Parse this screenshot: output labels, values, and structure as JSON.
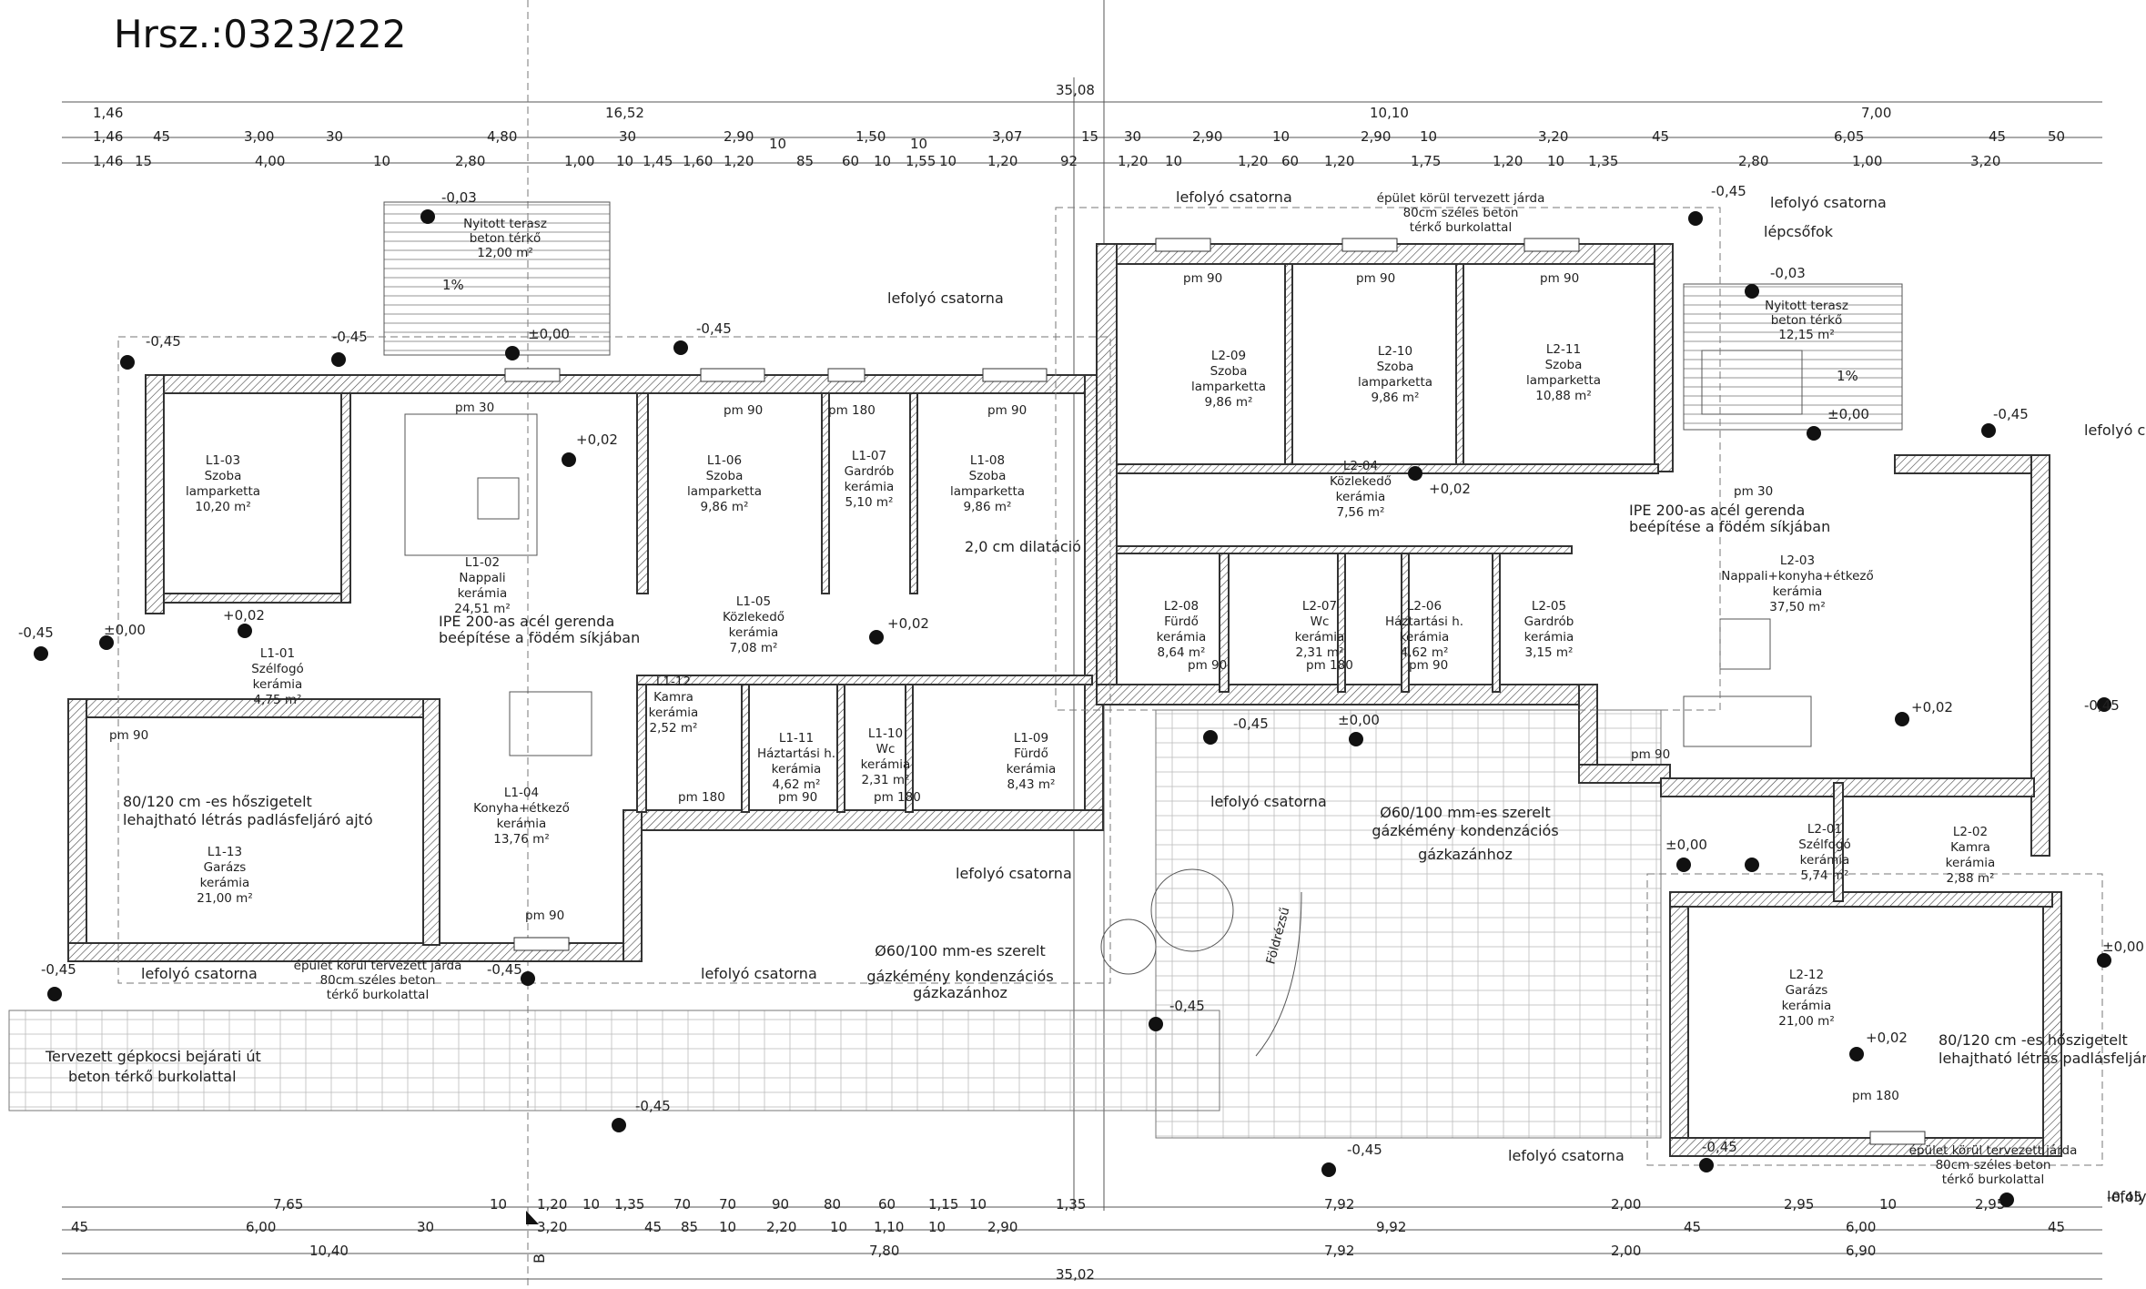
{
  "title": "Hrsz.:0323/222",
  "dims": {
    "top1": [
      "1,46",
      "16,52",
      "35,08",
      "10,10",
      "7,00"
    ],
    "top2": [
      "1,46",
      "45",
      "3,00",
      "30",
      "4,80",
      "30",
      "2,90",
      "10",
      "1,50",
      "10",
      "3,07",
      "15",
      "30",
      "2,90",
      "10",
      "2,90",
      "10",
      "3,20",
      "45",
      "6,05",
      "45",
      "50"
    ],
    "top3": [
      "1,46",
      "15",
      "4,00",
      "10",
      "2,80",
      "1,00",
      "10",
      "1,45",
      "1,60",
      "1,20",
      "85",
      "60",
      "10",
      "1,55",
      "10",
      "1,20",
      "92",
      "1,20",
      "10",
      "1,20",
      "60",
      "1,20",
      "1,75",
      "1,20",
      "10",
      "1,35",
      "2,80",
      "1,00",
      "3,20"
    ],
    "bot1": [
      "7,65",
      "10",
      "1,20",
      "10",
      "1,35",
      "70",
      "70",
      "90",
      "80",
      "60",
      "1,15",
      "10",
      "1,35",
      "7,92",
      "2,00",
      "2,95",
      "10",
      "2,95"
    ],
    "bot2": [
      "45",
      "6,00",
      "30",
      "3,20",
      "45",
      "85",
      "10",
      "2,20",
      "10",
      "1,10",
      "10",
      "2,90",
      "9,92",
      "45",
      "6,00",
      "45"
    ],
    "bot3": [
      "10,40",
      "7,80",
      "7,92",
      "2,00",
      "6,90"
    ],
    "total": "35,02"
  },
  "rooms": [
    {
      "code": "L1-03",
      "name": "Szoba",
      "floor": "lamparketta",
      "area": "10,20 m²"
    },
    {
      "code": "L1-02",
      "name": "Nappali",
      "floor": "kerámia",
      "area": "24,51 m²"
    },
    {
      "code": "L1-06",
      "name": "Szoba",
      "floor": "lamparketta",
      "area": "9,86 m²"
    },
    {
      "code": "L1-07",
      "name": "Gardrób",
      "floor": "kerámia",
      "area": "5,10 m²"
    },
    {
      "code": "L1-08",
      "name": "Szoba",
      "floor": "lamparketta",
      "area": "9,86 m²"
    },
    {
      "code": "L1-05",
      "name": "Közlekedő",
      "floor": "kerámia",
      "area": "7,08 m²"
    },
    {
      "code": "L1-01",
      "name": "Szélfogó",
      "floor": "kerámia",
      "area": "4,75 m²"
    },
    {
      "code": "L1-04",
      "name": "Konyha+étkező",
      "floor": "kerámia",
      "area": "13,76 m²"
    },
    {
      "code": "L1-12",
      "name": "Kamra",
      "floor": "kerámia",
      "area": "2,52 m²"
    },
    {
      "code": "L1-11",
      "name": "Háztartási h.",
      "floor": "kerámia",
      "area": "4,62 m²"
    },
    {
      "code": "L1-10",
      "name": "Wc",
      "floor": "kerámia",
      "area": "2,31 m²"
    },
    {
      "code": "L1-09",
      "name": "Fürdő",
      "floor": "kerámia",
      "area": "8,43 m²"
    },
    {
      "code": "L1-13",
      "name": "Garázs",
      "floor": "kerámia",
      "area": "21,00 m²"
    },
    {
      "code": "L2-09",
      "name": "Szoba",
      "floor": "lamparketta",
      "area": "9,86 m²"
    },
    {
      "code": "L2-10",
      "name": "Szoba",
      "floor": "lamparketta",
      "area": "9,86 m²"
    },
    {
      "code": "L2-11",
      "name": "Szoba",
      "floor": "lamparketta",
      "area": "10,88 m²"
    },
    {
      "code": "L2-04",
      "name": "Közlekedő",
      "floor": "kerámia",
      "area": "7,56 m²"
    },
    {
      "code": "L2-08",
      "name": "Fürdő",
      "floor": "kerámia",
      "area": "8,64 m²"
    },
    {
      "code": "L2-07",
      "name": "Wc",
      "floor": "kerámia",
      "area": "2,31 m²"
    },
    {
      "code": "L2-06",
      "name": "Háztartási h.",
      "floor": "kerámia",
      "area": "4,62 m²"
    },
    {
      "code": "L2-05",
      "name": "Gardrób",
      "floor": "kerámia",
      "area": "3,15 m²"
    },
    {
      "code": "L2-03",
      "name": "Nappali+konyha+étkező",
      "floor": "kerámia",
      "area": "37,50 m²"
    },
    {
      "code": "L2-01",
      "name": "Szélfogó",
      "floor": "kerámia",
      "area": "5,74 m²"
    },
    {
      "code": "L2-02",
      "name": "Kamra",
      "floor": "kerámia",
      "area": "2,88 m²"
    },
    {
      "code": "L2-12",
      "name": "Garázs",
      "floor": "kerámia",
      "area": "21,00 m²"
    }
  ],
  "terraces": [
    {
      "name": "Nyitott terasz",
      "floor": "beton térkő",
      "area": "12,00 m²"
    },
    {
      "name": "Nyitott terasz",
      "floor": "beton térkő",
      "area": "12,15 m²"
    }
  ],
  "annotations": {
    "gutter": "lefolyó csatorna",
    "walkway": [
      "épület körül tervezett járda",
      "80cm széles beton",
      "térkő burkolattal"
    ],
    "steps": "lépcsőfok",
    "beam": [
      "IPE 200-as acél gerenda",
      "beépítése a födém síkjában"
    ],
    "expansion": "2,0 cm dilatáció",
    "flue": [
      "Ø60/100 mm-es szerelt",
      "gázkémény kondenzációs",
      "gázkazánhoz"
    ],
    "attic": [
      "80/120 cm -es hőszigetelt",
      "lehajtható létrás padlásfeljáró ajtó"
    ],
    "attic_r": [
      "80/120 cm -es hőszigetelt",
      "lehajtható létrás padlásfeljáró"
    ],
    "driveway": [
      "Tervezett gépkocsi bejárati út",
      "beton térkő burkolattal"
    ],
    "planting": "Földrézsű",
    "section": "B"
  },
  "levels": {
    "m045": "-0,45",
    "m003": "-0,03",
    "p002": "+0,02",
    "zero": "±0,00",
    "pct": "1%"
  },
  "sills": {
    "pm90": "pm 90",
    "pm180": "pm 180",
    "pm30": "pm 30"
  }
}
